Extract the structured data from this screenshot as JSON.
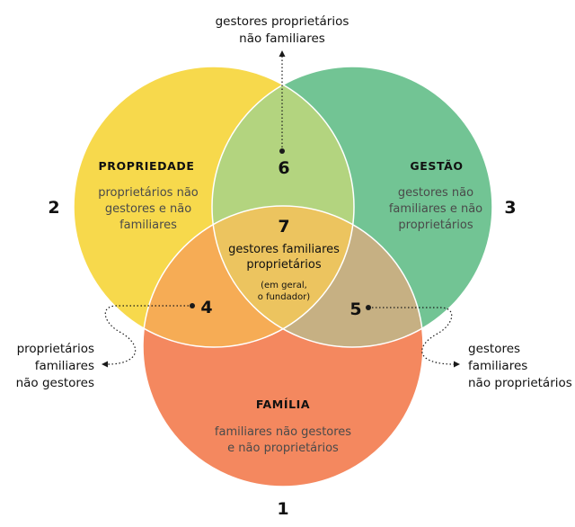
{
  "colors": {
    "propriedade": "#f7d94c",
    "gestao": "#72c494",
    "familia": "#f4885f",
    "zone_4": "#f6ac55",
    "zone_5": "#c6b083",
    "zone_6": "#b3d47f",
    "zone_7": "#ecc45f",
    "line": "#ffffff",
    "dots": "#1a1a1a"
  },
  "circles": {
    "propriedade": {
      "number": "2",
      "title": "PROPRIEDADE",
      "desc": [
        "proprietários não",
        "gestores e não",
        "familiares"
      ]
    },
    "gestao": {
      "number": "3",
      "title": "GESTÃO",
      "desc": [
        "gestores não",
        "familiares e não",
        "proprietários"
      ]
    },
    "familia": {
      "number": "1",
      "title": "FAMÍLIA",
      "desc": [
        "familiares não gestores",
        "e não proprietários"
      ]
    }
  },
  "zones": {
    "z4": {
      "number": "4",
      "label": [
        "proprietários",
        "familiares",
        "não gestores"
      ]
    },
    "z5": {
      "number": "5",
      "label": [
        "gestores",
        "familiares",
        "não proprietários"
      ]
    },
    "z6": {
      "number": "6",
      "label": [
        "gestores proprietários",
        "não familiares"
      ]
    },
    "z7": {
      "number": "7",
      "label": [
        "gestores familiares",
        "proprietários"
      ],
      "note": [
        "(em geral,",
        "o fundador)"
      ]
    }
  }
}
